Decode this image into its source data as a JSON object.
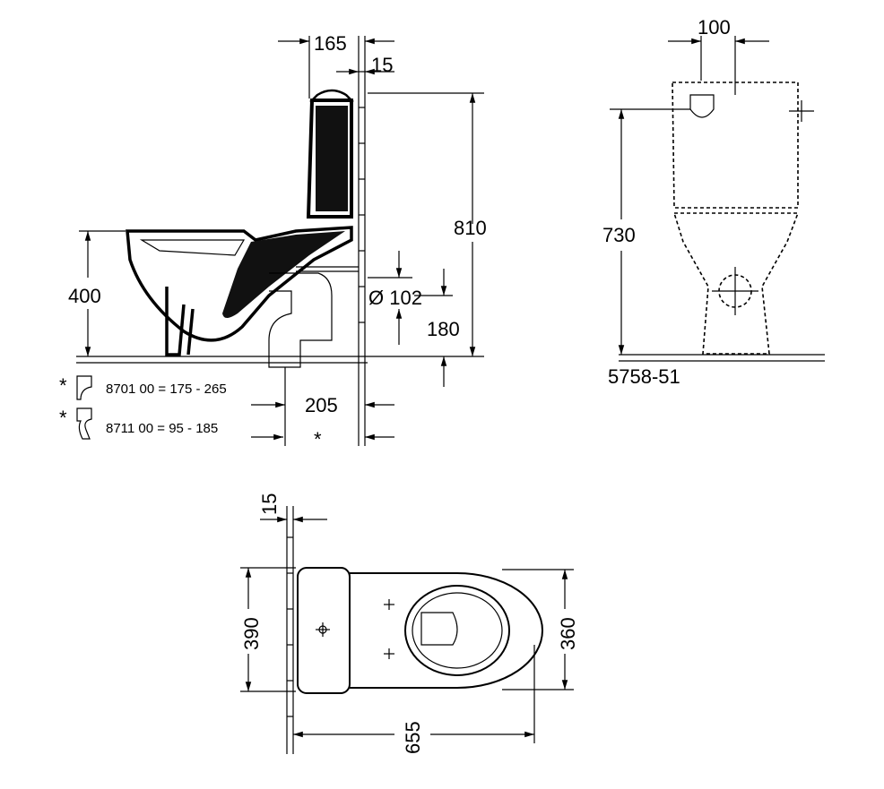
{
  "side_view": {
    "dim_tank_offset": "165",
    "dim_wall_gap": "15",
    "dim_total_height": "810",
    "dim_seat_height": "400",
    "dim_pipe_diameter": "Ø 102",
    "dim_outlet_height": "180",
    "dim_outlet_distance": "205",
    "asterisk": "*",
    "connectors": [
      {
        "marker": "*",
        "text": "8701 00 = 175 - 265"
      },
      {
        "marker": "*",
        "text": "8711 00  =  95 -  185"
      }
    ]
  },
  "front_view": {
    "dim_inlet_offset": "100",
    "dim_height": "730",
    "model_number": "5758-51"
  },
  "top_view": {
    "dim_wall_gap": "15",
    "dim_tank_depth": "390",
    "dim_bowl_width": "360",
    "dim_total_length": "655"
  }
}
